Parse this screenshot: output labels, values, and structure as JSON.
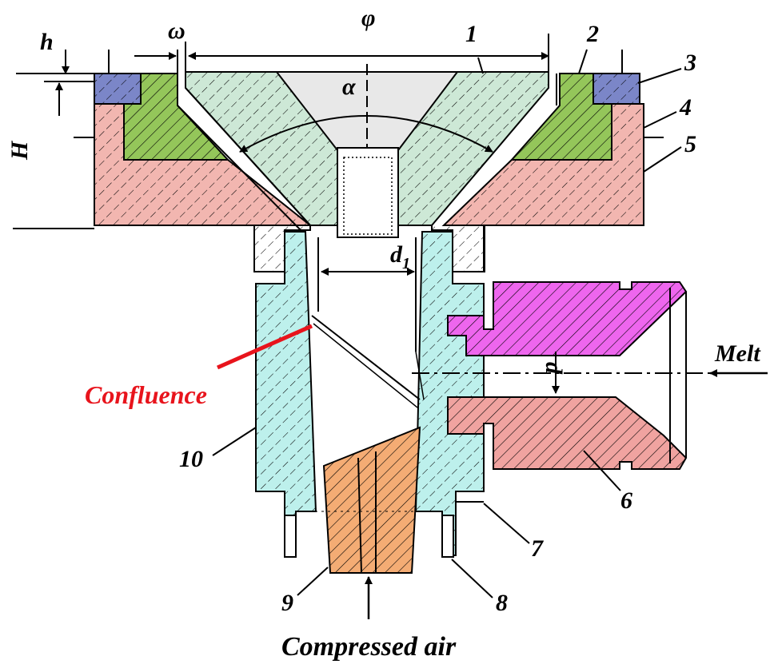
{
  "labels": {
    "h": "h",
    "H": "H",
    "omega": "ω",
    "phi": "φ",
    "alpha": "α",
    "d1_main": "d",
    "d1_sub": "1",
    "d": "d",
    "melt": "Melt",
    "confluence": "Confluence",
    "compressed_air": "Compressed air"
  },
  "parts": {
    "p1": "1",
    "p2": "2",
    "p3": "3",
    "p4": "4",
    "p5": "5",
    "p6": "6",
    "p7": "7",
    "p8": "8",
    "p9": "9",
    "p10": "10"
  },
  "colors": {
    "lid_green_blue": "#cde8d6",
    "insert_green": "#94c65a",
    "seal_blue": "#7b86c8",
    "base_pink": "#f2b6b0",
    "tube_cyan": "#bdf0ec",
    "melt_magenta": "#ee66ee",
    "melt_pink": "#f0a3a0",
    "bottom_orange": "#f4ac74",
    "cone_grey": "#e8e8e8",
    "confluence_red": "#e8141c"
  }
}
